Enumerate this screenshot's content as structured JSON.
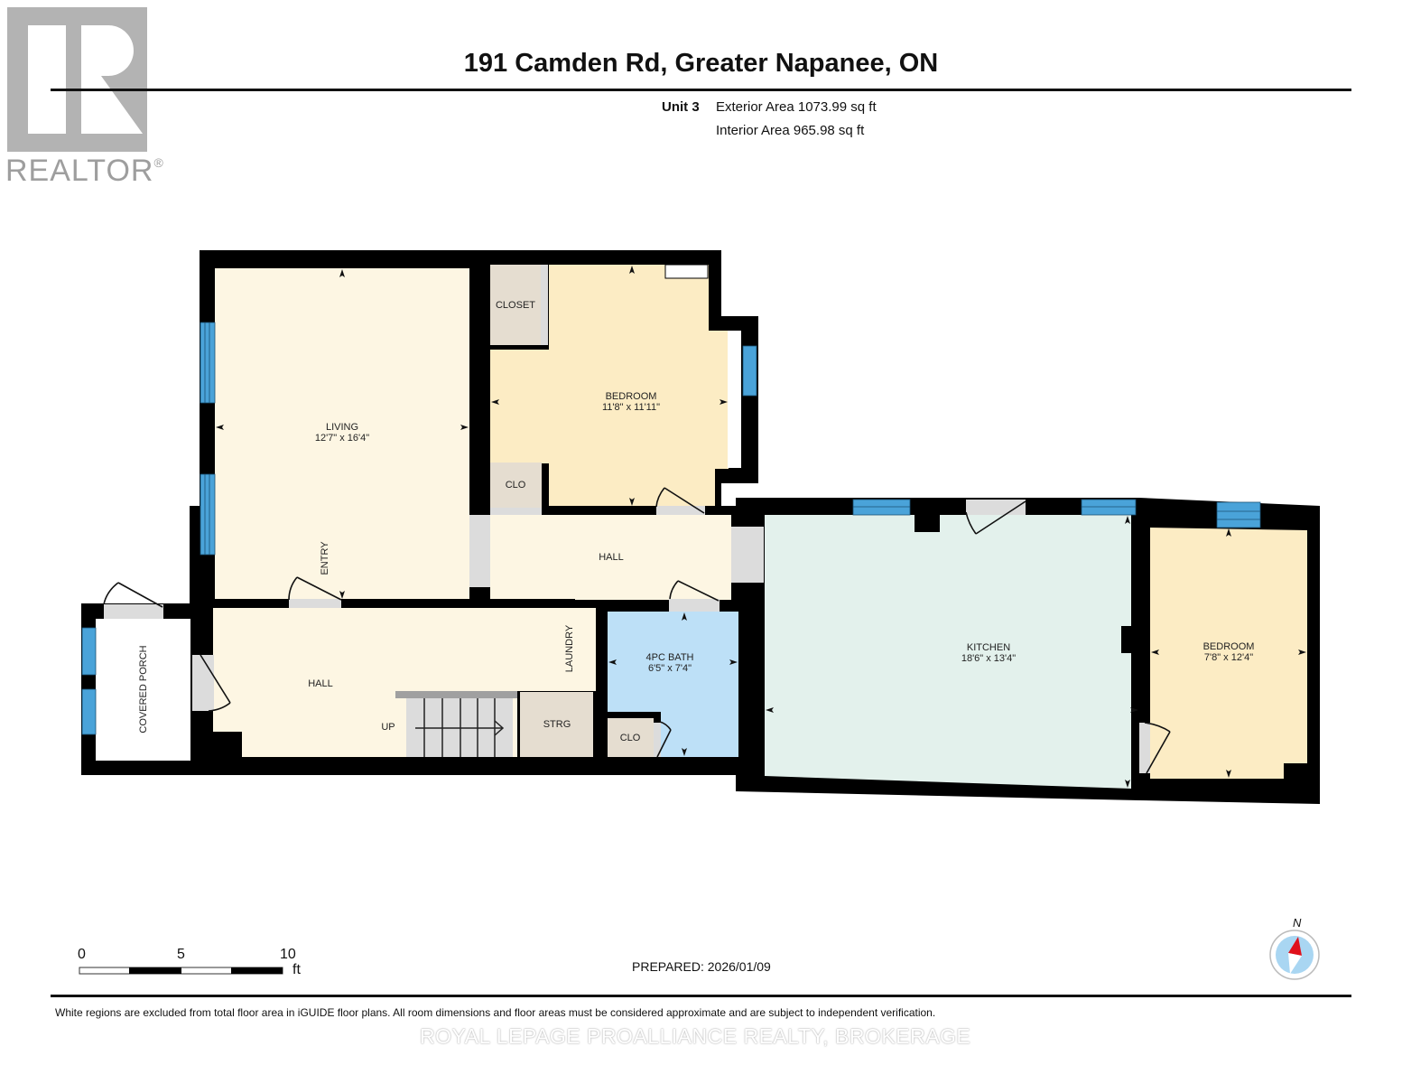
{
  "logo": {
    "brand": "REALTOR",
    "mark": "®"
  },
  "header": {
    "title": "191 Camden Rd, Greater Napanee, ON",
    "unit": "Unit 3",
    "exterior_area": "Exterior Area 1073.99 sq ft",
    "interior_area": "Interior Area 965.98 sq ft"
  },
  "rooms": {
    "living": {
      "name": "LIVING",
      "dims": "12'7\" x 16'4\""
    },
    "entry": {
      "name": "ENTRY"
    },
    "bedroom1": {
      "name": "BEDROOM",
      "dims": "11'8\" x 11'11\""
    },
    "closet": {
      "name": "CLOSET"
    },
    "clo1": {
      "name": "CLO"
    },
    "hall_upper": {
      "name": "HALL"
    },
    "hall_lower": {
      "name": "HALL"
    },
    "laundry": {
      "name": "LAUNDRY"
    },
    "up": {
      "name": "UP"
    },
    "strg": {
      "name": "STRG"
    },
    "bath": {
      "name": "4PC BATH",
      "dims": "6'5\" x 7'4\""
    },
    "clo2": {
      "name": "CLO"
    },
    "covered_porch": {
      "name": "COVERED PORCH"
    },
    "kitchen": {
      "name": "KITCHEN",
      "dims": "18'6\" x 13'4\""
    },
    "bedroom2": {
      "name": "BEDROOM",
      "dims": "7'8\" x 12'4\""
    }
  },
  "colors": {
    "wall": "#000000",
    "living": "#fdf6e3",
    "bedroom": "#fcecc4",
    "hall": "#fdf6e3",
    "closet": "#e5ddd0",
    "bath": "#bde0f7",
    "kitchen": "#e3f1ec",
    "window": "#4aa3d9",
    "door_opening": "#dcdcdc",
    "stairs": "#dcdcdc"
  },
  "scale": {
    "ticks": [
      "0",
      "5",
      "10"
    ],
    "unit": "ft"
  },
  "compass": {
    "label": "N"
  },
  "footer": {
    "prepared": "PREPARED: 2026/01/09",
    "disclaimer": "White regions are excluded from total floor area in iGUIDE floor plans. All room dimensions and floor areas must be considered approximate and are subject to independent verification.",
    "brokerage": "ROYAL LEPAGE PROALLIANCE REALTY, BROKERAGE"
  }
}
